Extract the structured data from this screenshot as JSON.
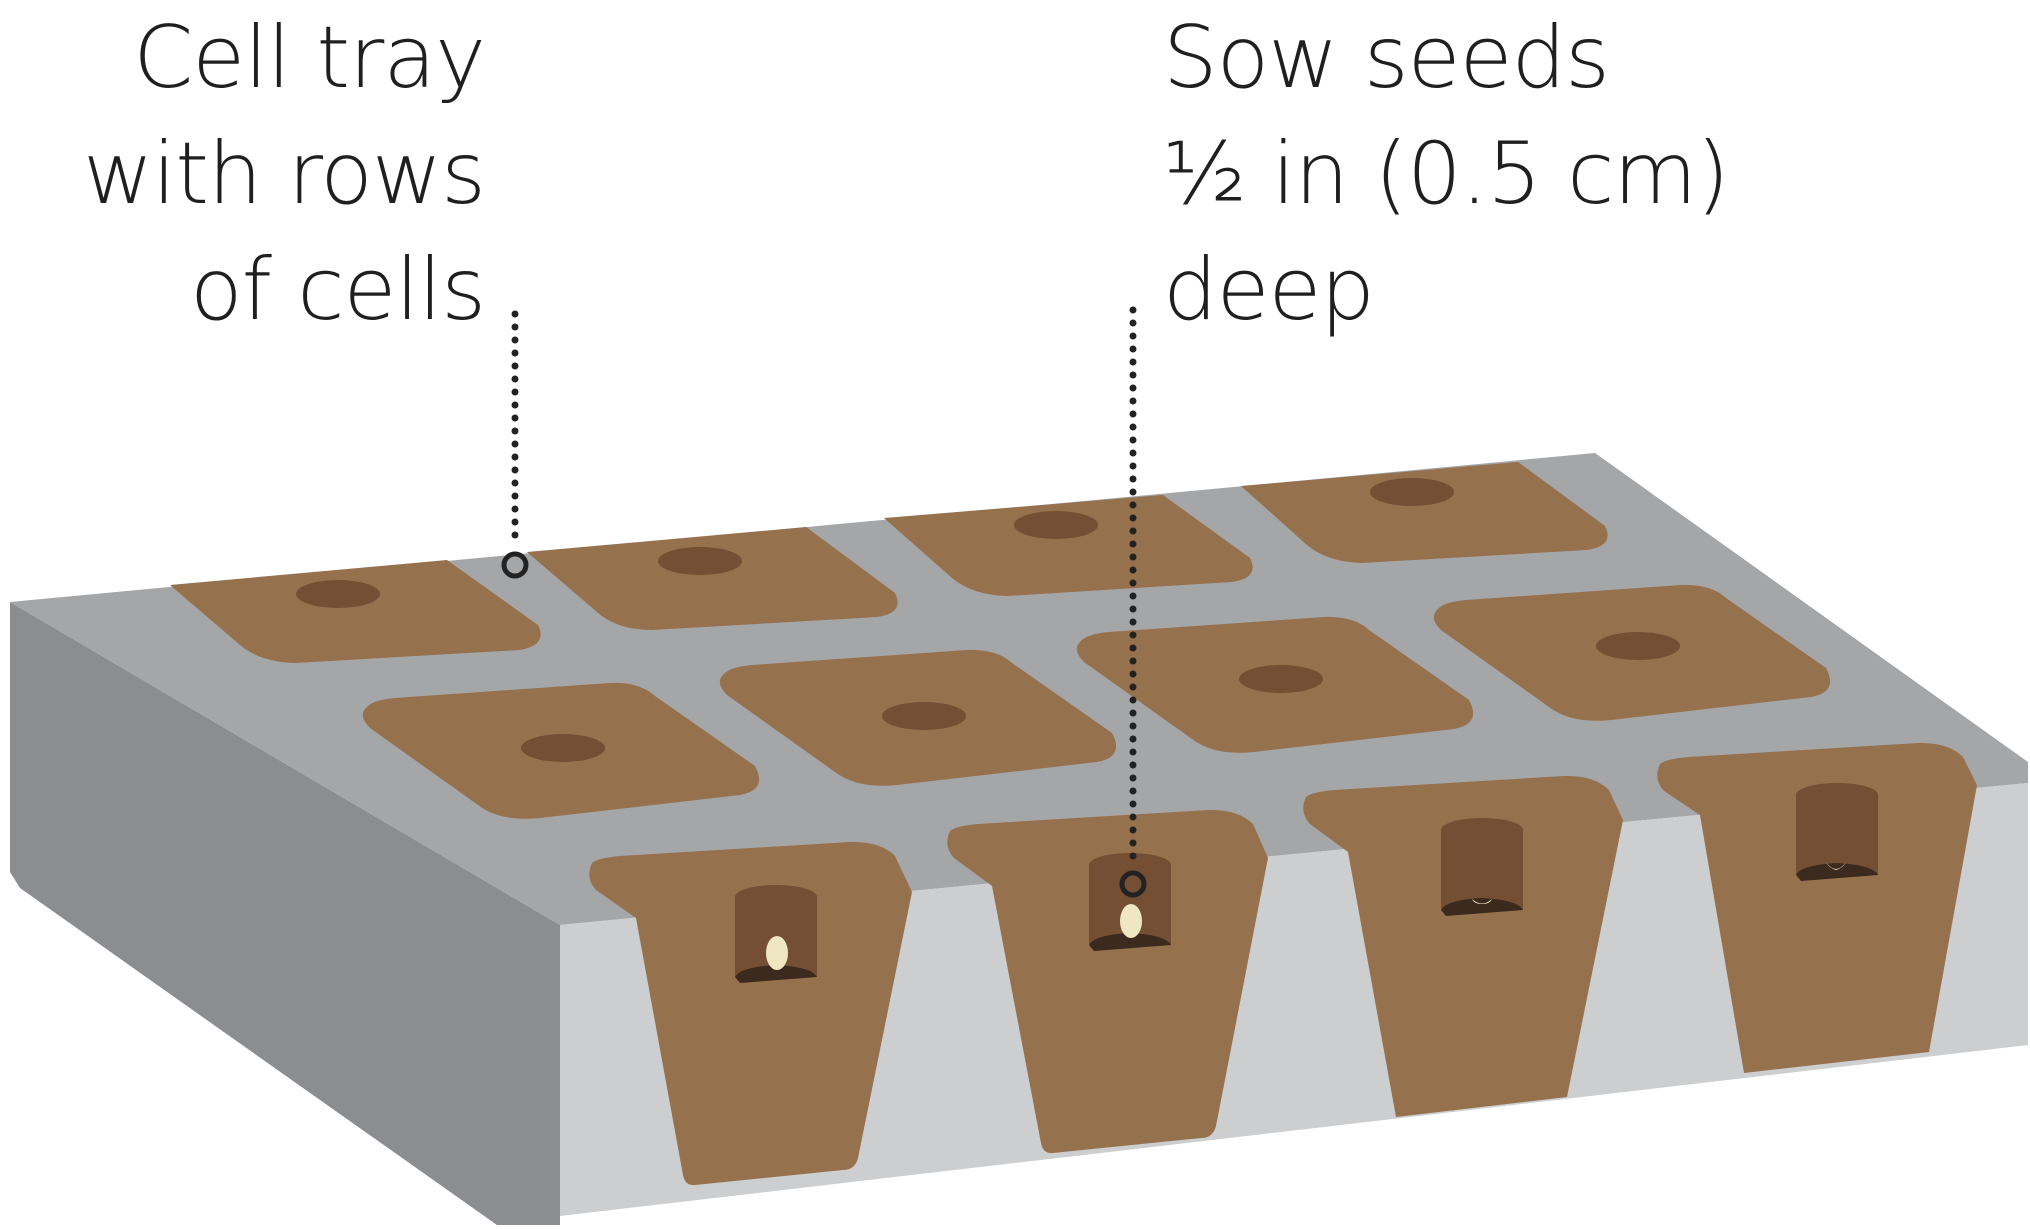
{
  "callouts": {
    "cell_tray": {
      "lines": [
        "Cell tray",
        "with rows",
        "of cells"
      ]
    },
    "sow_seeds": {
      "lines": [
        "Sow seeds",
        "½ in (0.5 cm)",
        "deep"
      ]
    }
  },
  "colors": {
    "tray_top": "#a5a6a8",
    "tray_side_left": "#8c8d90",
    "tray_front": "#cdcecf",
    "soil": "#96714d",
    "soil_hole": "#744f34",
    "seed": "#efe7c2",
    "hole_shadow": "#3b2a1d",
    "leader": "#222222"
  },
  "icons": [
    "cell-tray-illustration",
    "seed-icon"
  ]
}
